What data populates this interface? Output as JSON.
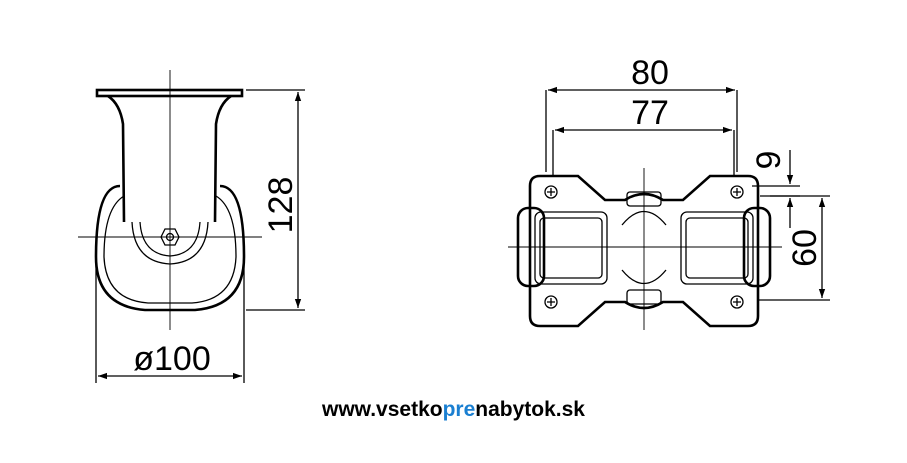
{
  "side_view": {
    "height_label": "128",
    "diameter_label": "ø100"
  },
  "top_view": {
    "overall_width_label": "80",
    "hole_spacing_label": "77",
    "hole_offset_label": "9",
    "hole_pitch_label": "60"
  },
  "footer": {
    "url_part1": "www.vsetko",
    "url_part2": "pre",
    "url_part3": "nabytok.sk",
    "accent_color": "#1a7fd1",
    "text_color": "#000000"
  }
}
